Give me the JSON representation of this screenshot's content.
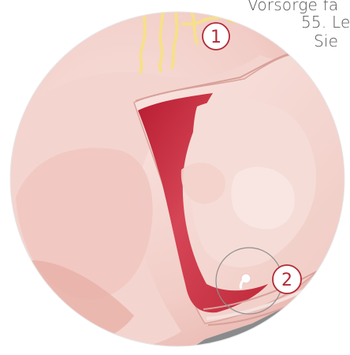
{
  "background_text": {
    "line1": "Vorsorge fä",
    "line2": "55. Le",
    "line3": "Sie"
  },
  "markers": {
    "one": "1",
    "two": "2"
  },
  "colors": {
    "circle_bg": "#f6d9d6",
    "gray_region": "#8a8b8d",
    "tissue_light": "#f3d2cd",
    "tissue_mid": "#ecb8b1",
    "cavity_red": "#c5283a",
    "nerve_yellow": "#f6e08a",
    "marker_red": "#b22a35",
    "outline_gray": "#8f8f8f"
  }
}
